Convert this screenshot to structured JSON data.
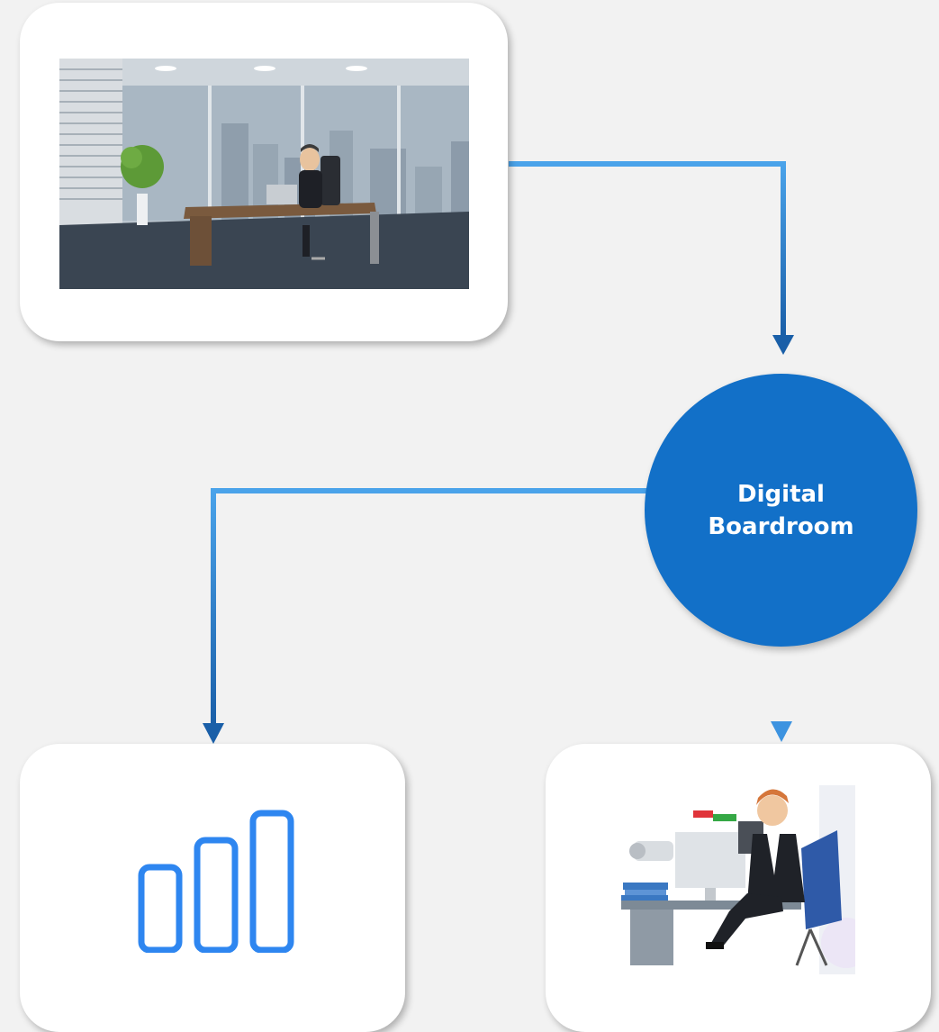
{
  "node": {
    "label": "Digital Boardroom"
  },
  "cards": [
    {
      "name": "office-video-card",
      "content": "office-scene-illustration"
    },
    {
      "name": "analytics-card",
      "content": "bar-chart-icon"
    },
    {
      "name": "executive-desk-card",
      "content": "businessman-at-desk-illustration"
    }
  ],
  "colors": {
    "background": "#f2f2f2",
    "card": "#ffffff",
    "node": "#1270c8",
    "connector_light": "#4aa3ea",
    "connector_dark": "#1a5fa8",
    "bar_icon": "#2e86f0"
  }
}
